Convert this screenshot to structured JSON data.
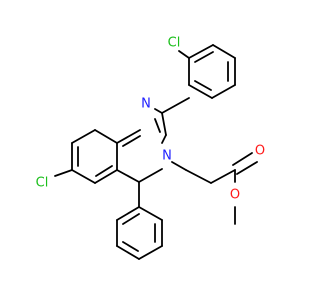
{
  "molecule": {
    "atoms": [
      {
        "id": "cl_top",
        "text": "Cl",
        "color": "#1bbf1b"
      },
      {
        "id": "n1",
        "text": "N",
        "color": "#2020ff"
      },
      {
        "id": "n3",
        "text": "N",
        "color": "#2020ff"
      },
      {
        "id": "cl_left",
        "text": "Cl",
        "color": "#1bbf1b"
      },
      {
        "id": "o_carbonyl",
        "text": "O",
        "color": "#ff1a1a"
      },
      {
        "id": "o_ester",
        "text": "O",
        "color": "#ff1a1a"
      }
    ]
  }
}
